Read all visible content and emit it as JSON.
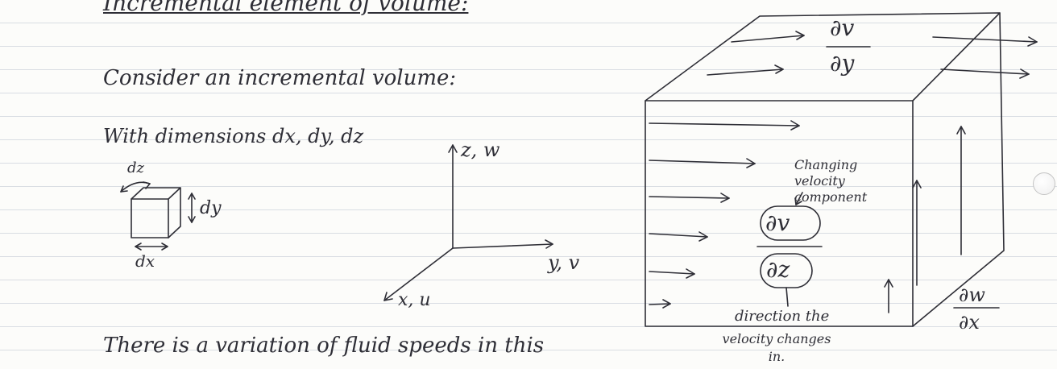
{
  "notes": {
    "heading": "Incremental element of volume:",
    "line1": "Consider an incremental volume:",
    "line2": "With dimensions dx, dy, dz",
    "bottom": "There is a variation of fluid speeds in this",
    "small_cube": {
      "dz": "dz",
      "dy": "dy",
      "dx": "dx"
    },
    "axes": {
      "z": "z, w",
      "y": "y, v",
      "x": "x, u"
    },
    "big_cube": {
      "dv_dy": {
        "num": "∂v",
        "den": "∂y"
      },
      "dv_dz": {
        "num": "∂v",
        "den": "∂z"
      },
      "dw_dx": {
        "num": "∂w",
        "den": "∂x"
      },
      "note_changing": "Changing velocity component",
      "note_direction": "direction the",
      "note_changes": "velocity changes in."
    }
  },
  "colors": {
    "ink": "#2e2e36",
    "ruled_line": "#d9dde3",
    "paper": "#fcfcfa"
  }
}
